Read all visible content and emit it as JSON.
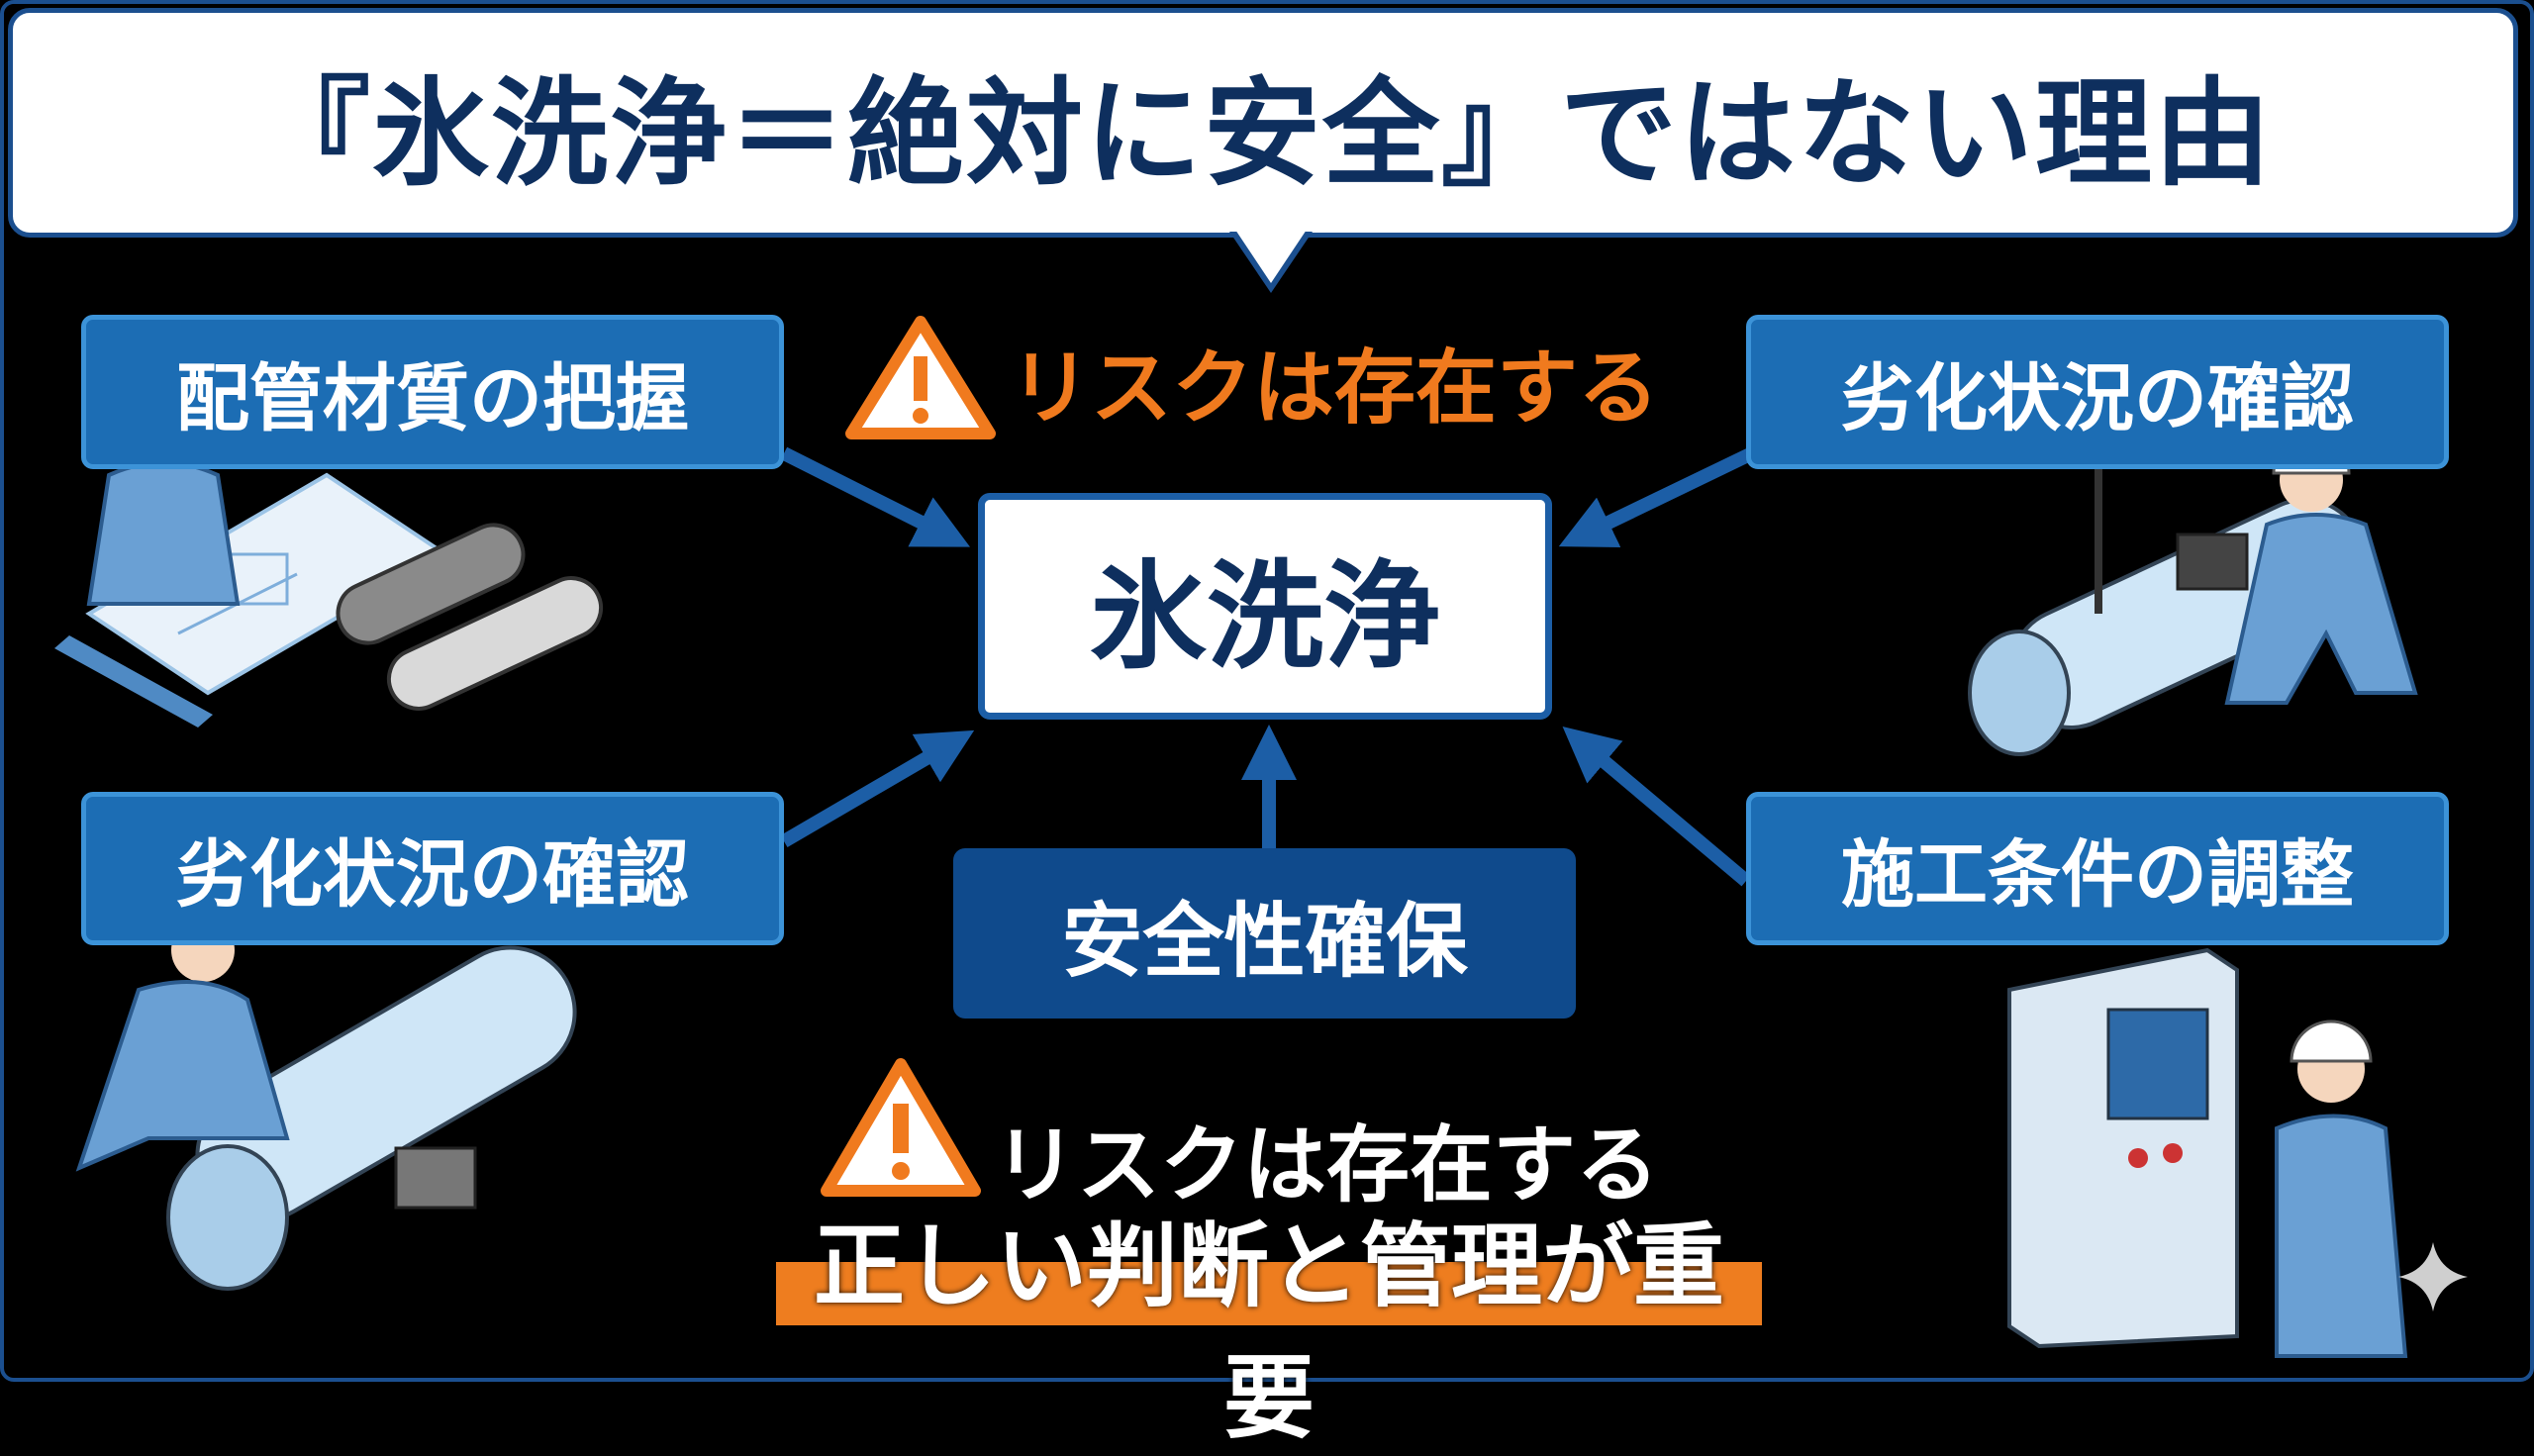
{
  "title": "『氷洗浄＝絶対に安全』ではない理由",
  "center": "氷洗浄",
  "boxes": {
    "top_left": "配管材質の把握",
    "top_right": "劣化状況の確認",
    "bottom_left": "劣化状況の確認",
    "bottom_right": "施工条件の調整",
    "bottom_center": "安全性確保"
  },
  "warnings": {
    "top": "リスクは存在する",
    "bottom": "リスクは存在する",
    "conclusion": "正しい判断と管理が重要"
  },
  "colors": {
    "navy": "#0e2f5e",
    "blue": "#1c6db4",
    "dark_blue": "#0f4a8c",
    "orange": "#f07a1e"
  }
}
